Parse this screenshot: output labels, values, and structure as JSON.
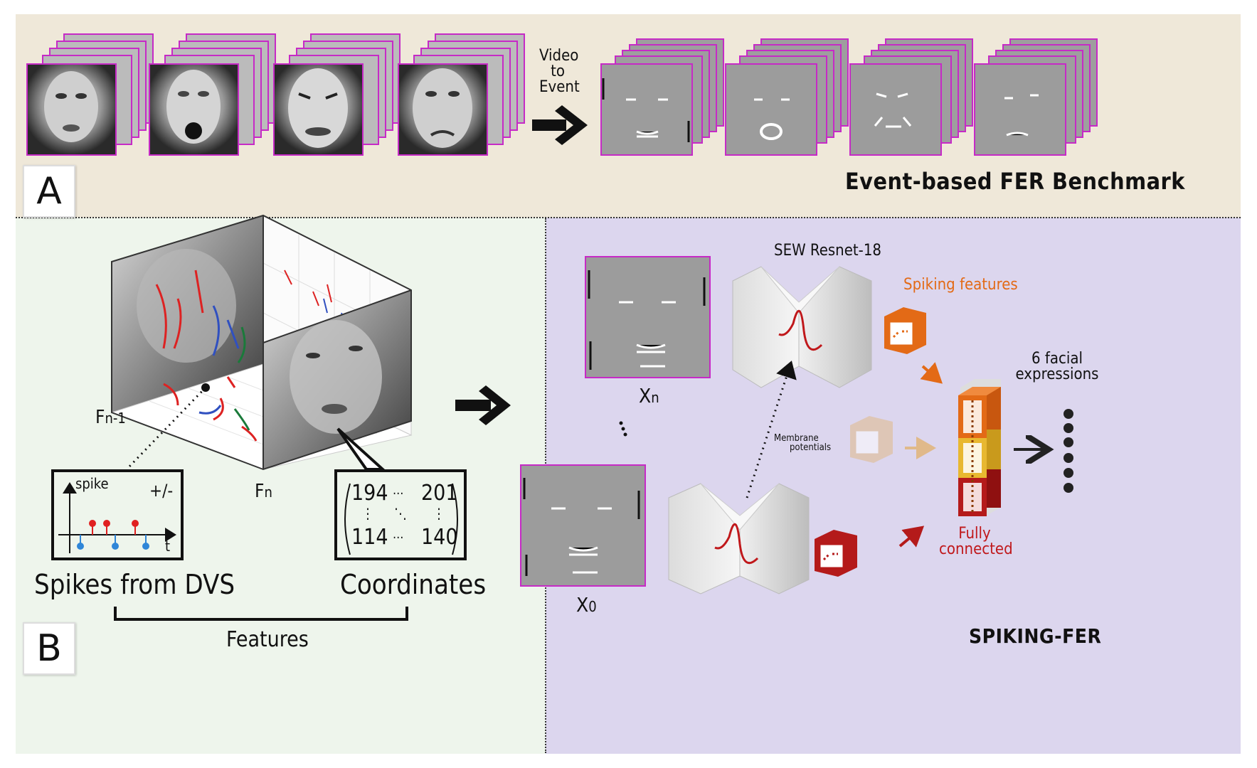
{
  "panel_a": {
    "letter": "A",
    "title": "Event-based FER Benchmark",
    "arrow_label": [
      "Video",
      "to",
      "Event"
    ]
  },
  "panel_b": {
    "letter": "B",
    "title": "SPIKING-FER",
    "cube_labels": {
      "fn_minus_1_base": "F",
      "fn_minus_1_sub": "n-1",
      "fn_base": "F",
      "fn_sub": "n"
    },
    "spike_plot": {
      "ylabel": "spike",
      "polarity": "+/-",
      "xlabel": "t"
    },
    "matrix": {
      "top_left": "194",
      "top_right": "201",
      "bottom_left": "114",
      "bottom_right": "140",
      "dots_h": "···",
      "dots_v": "⋮",
      "dots_d": "⋱"
    },
    "spikes_label": "Spikes from DVS",
    "coords_label": "Coordinates",
    "features_label": "Features",
    "network": {
      "model_name": "SEW Resnet-18",
      "xn_base": "X",
      "xn_sub": "n",
      "x0_base": "X",
      "x0_sub": "0",
      "spiking_features": "Spiking features",
      "membrane_line1": "Membrane",
      "membrane_line2": "potentials",
      "fully_connected_1": "Fully",
      "fully_connected_2": "connected",
      "output_line1": "6 facial",
      "output_line2": "expressions",
      "dots_between": "⋮"
    }
  },
  "colors": {
    "accent_magenta": "#c62ac6",
    "spike_positive": "#e02020",
    "spike_negative": "#2f86d8",
    "feature_orange": "#e36a16",
    "feature_yellow": "#e8b830",
    "feature_red": "#b41a1a",
    "panel_a_bg": "#efe8d9",
    "panel_b_left_bg": "#eef5ec",
    "panel_b_right_bg": "#dcd6ee"
  }
}
